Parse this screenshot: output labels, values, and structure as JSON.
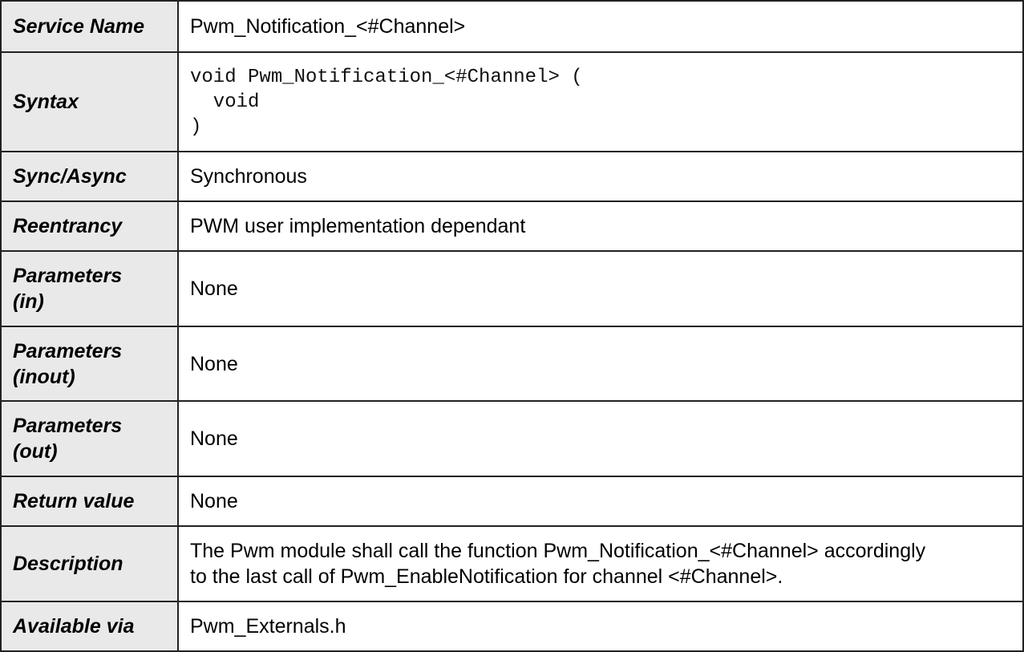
{
  "rows": {
    "service_name": {
      "label": "Service Name",
      "value": "Pwm_Notification_<#Channel>"
    },
    "syntax": {
      "label": "Syntax",
      "lines": [
        "void Pwm_Notification_<#Channel> (",
        "  void",
        ")"
      ]
    },
    "sync_async": {
      "label": "Sync/Async",
      "value": "Synchronous"
    },
    "reentrancy": {
      "label": "Reentrancy",
      "value": "PWM user implementation dependant"
    },
    "parameters_in": {
      "label_line1": "Parameters",
      "label_line2": "(in)",
      "value": "None"
    },
    "parameters_inout": {
      "label_line1": "Parameters",
      "label_line2": "(inout)",
      "value": "None"
    },
    "parameters_out": {
      "label_line1": "Parameters",
      "label_line2": "(out)",
      "value": "None"
    },
    "return_value": {
      "label": "Return value",
      "value": "None"
    },
    "description": {
      "label": "Description",
      "line1": "The Pwm module shall call the function Pwm_Notification_<#Channel> accordingly",
      "line2": "to the last call of Pwm_EnableNotification for channel <#Channel>."
    },
    "available_via": {
      "label": "Available via",
      "value": "Pwm_Externals.h"
    }
  }
}
